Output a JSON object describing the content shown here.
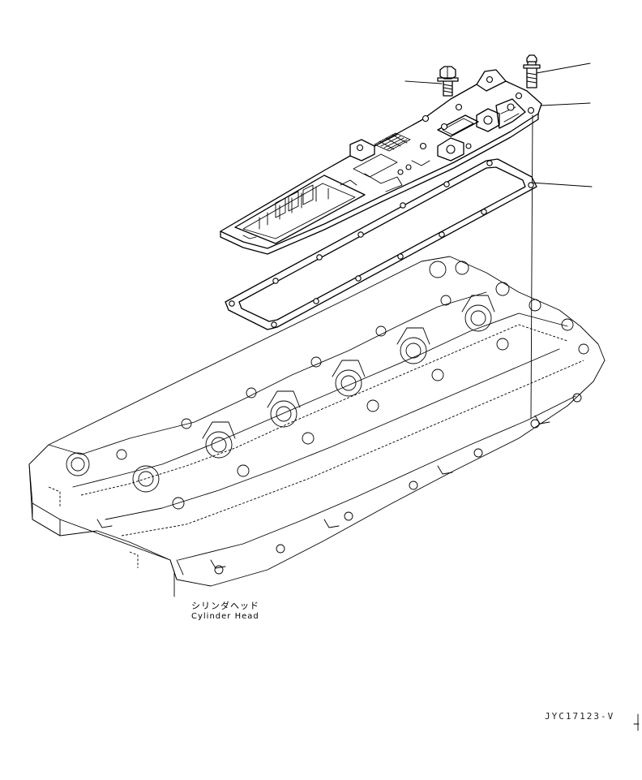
{
  "labels": {
    "part_name_jp": "シリンダヘッド",
    "part_name_en": "Cylinder Head",
    "drawing_code": "JYC17123-V"
  },
  "icons": {
    "bolt_left": "flange-bolt-icon",
    "bolt_right": "stud-bolt-icon",
    "cover": "head-cover-icon",
    "gasket": "gasket-icon",
    "cylinder_head": "cylinder-head-icon"
  },
  "colors": {
    "line": "#000000",
    "background": "#ffffff"
  }
}
